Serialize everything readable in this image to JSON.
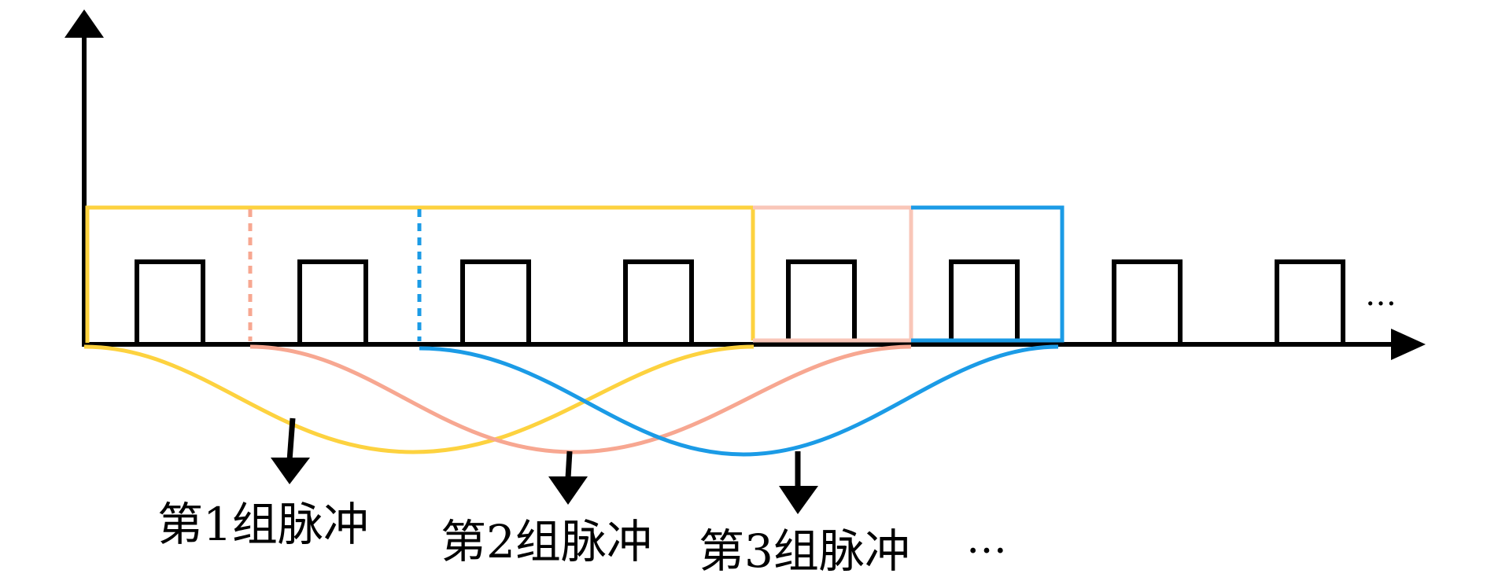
{
  "colors": {
    "axis": "#000000",
    "group1": "#FDD23F",
    "group2": "#F7A791",
    "group2_box": "#F9C6B8",
    "group3": "#1B9BE6"
  },
  "pulse_count": 8,
  "groups": [
    {
      "label": "第1组脉冲",
      "color_key": "group1",
      "pulses": [
        1,
        4
      ]
    },
    {
      "label": "第2组脉冲",
      "color_key": "group2",
      "pulses": [
        2,
        5
      ]
    },
    {
      "label": "第3组脉冲",
      "color_key": "group3",
      "pulses": [
        3,
        6
      ]
    }
  ],
  "continuation_mark": "…",
  "bottom_continuation_mark": "…",
  "icons": [
    "y-axis-arrow-icon",
    "x-axis-arrow-icon",
    "down-arrow-icon"
  ]
}
